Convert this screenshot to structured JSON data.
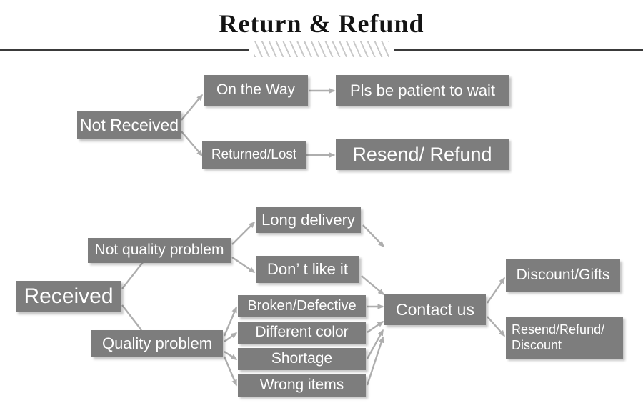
{
  "header": {
    "title": "Return & Refund",
    "divider_icon": "hatched-divider"
  },
  "colors": {
    "box_fill": "#7d7d7d",
    "box_text": "#ffffff",
    "arrow": "#aeaeae",
    "rule": "#3a3a3a",
    "page_background": "#ffffff"
  },
  "flow": {
    "not_received": {
      "root_label": "Not Received",
      "branches": [
        {
          "label": "On the Way",
          "outcome": "Pls be patient to wait"
        },
        {
          "label": "Returned/Lost",
          "outcome": "Resend/ Refund"
        }
      ]
    },
    "received": {
      "root_label": "Received",
      "categories": [
        {
          "label": "Not quality problem",
          "reasons": [
            "Long delivery",
            "Don’  t like it"
          ]
        },
        {
          "label": "Quality problem",
          "reasons": [
            "Broken/Defective",
            "Different color",
            "Shortage",
            "Wrong items"
          ]
        }
      ],
      "action_label": "Contact us",
      "resolutions": [
        "Discount/Gifts",
        "Resend/Refund/\nDiscount"
      ]
    }
  }
}
